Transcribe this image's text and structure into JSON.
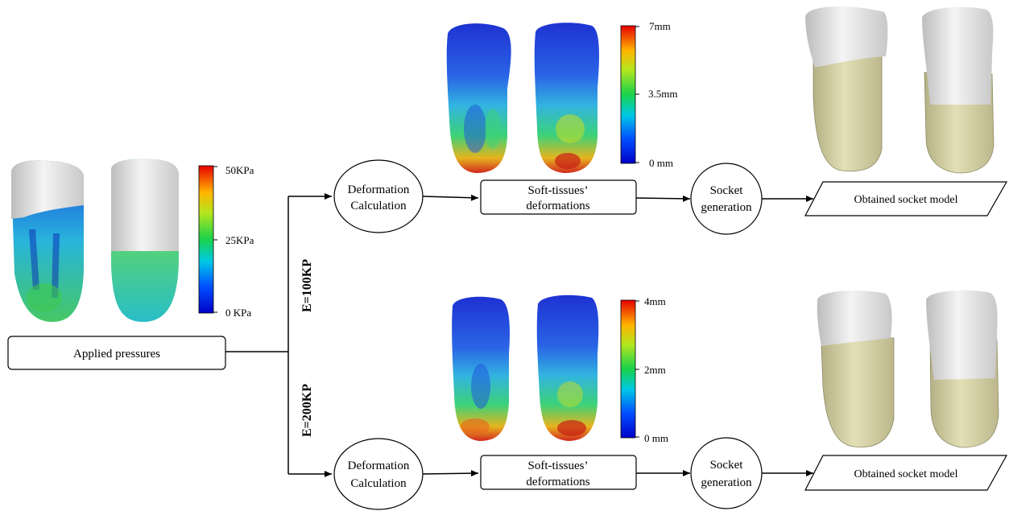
{
  "pressure": {
    "box_label": "Applied pressures",
    "scale": {
      "max": "50KPa",
      "mid": "25KPa",
      "min": "0 KPa"
    }
  },
  "branches": {
    "top_label": "E=100KP",
    "bottom_label": "E=200KP"
  },
  "steps": {
    "deform_line1": "Deformation",
    "deform_line2": "Calculation",
    "soft_line1": "Soft-tissues’",
    "soft_line2": "deformations",
    "socket_line1": "Socket",
    "socket_line2": "generation",
    "output": "Obtained socket model"
  },
  "top_scale": {
    "max": "7mm",
    "mid": "3.5mm",
    "min": "0 mm"
  },
  "bottom_scale": {
    "max": "4mm",
    "mid": "2mm",
    "min": "0 mm"
  },
  "colors": {
    "stump_white": "#e6e6e6",
    "socket_olive": "#d9d5a8",
    "map_blue": "#1f3fd0",
    "map_red": "#d41e12"
  }
}
